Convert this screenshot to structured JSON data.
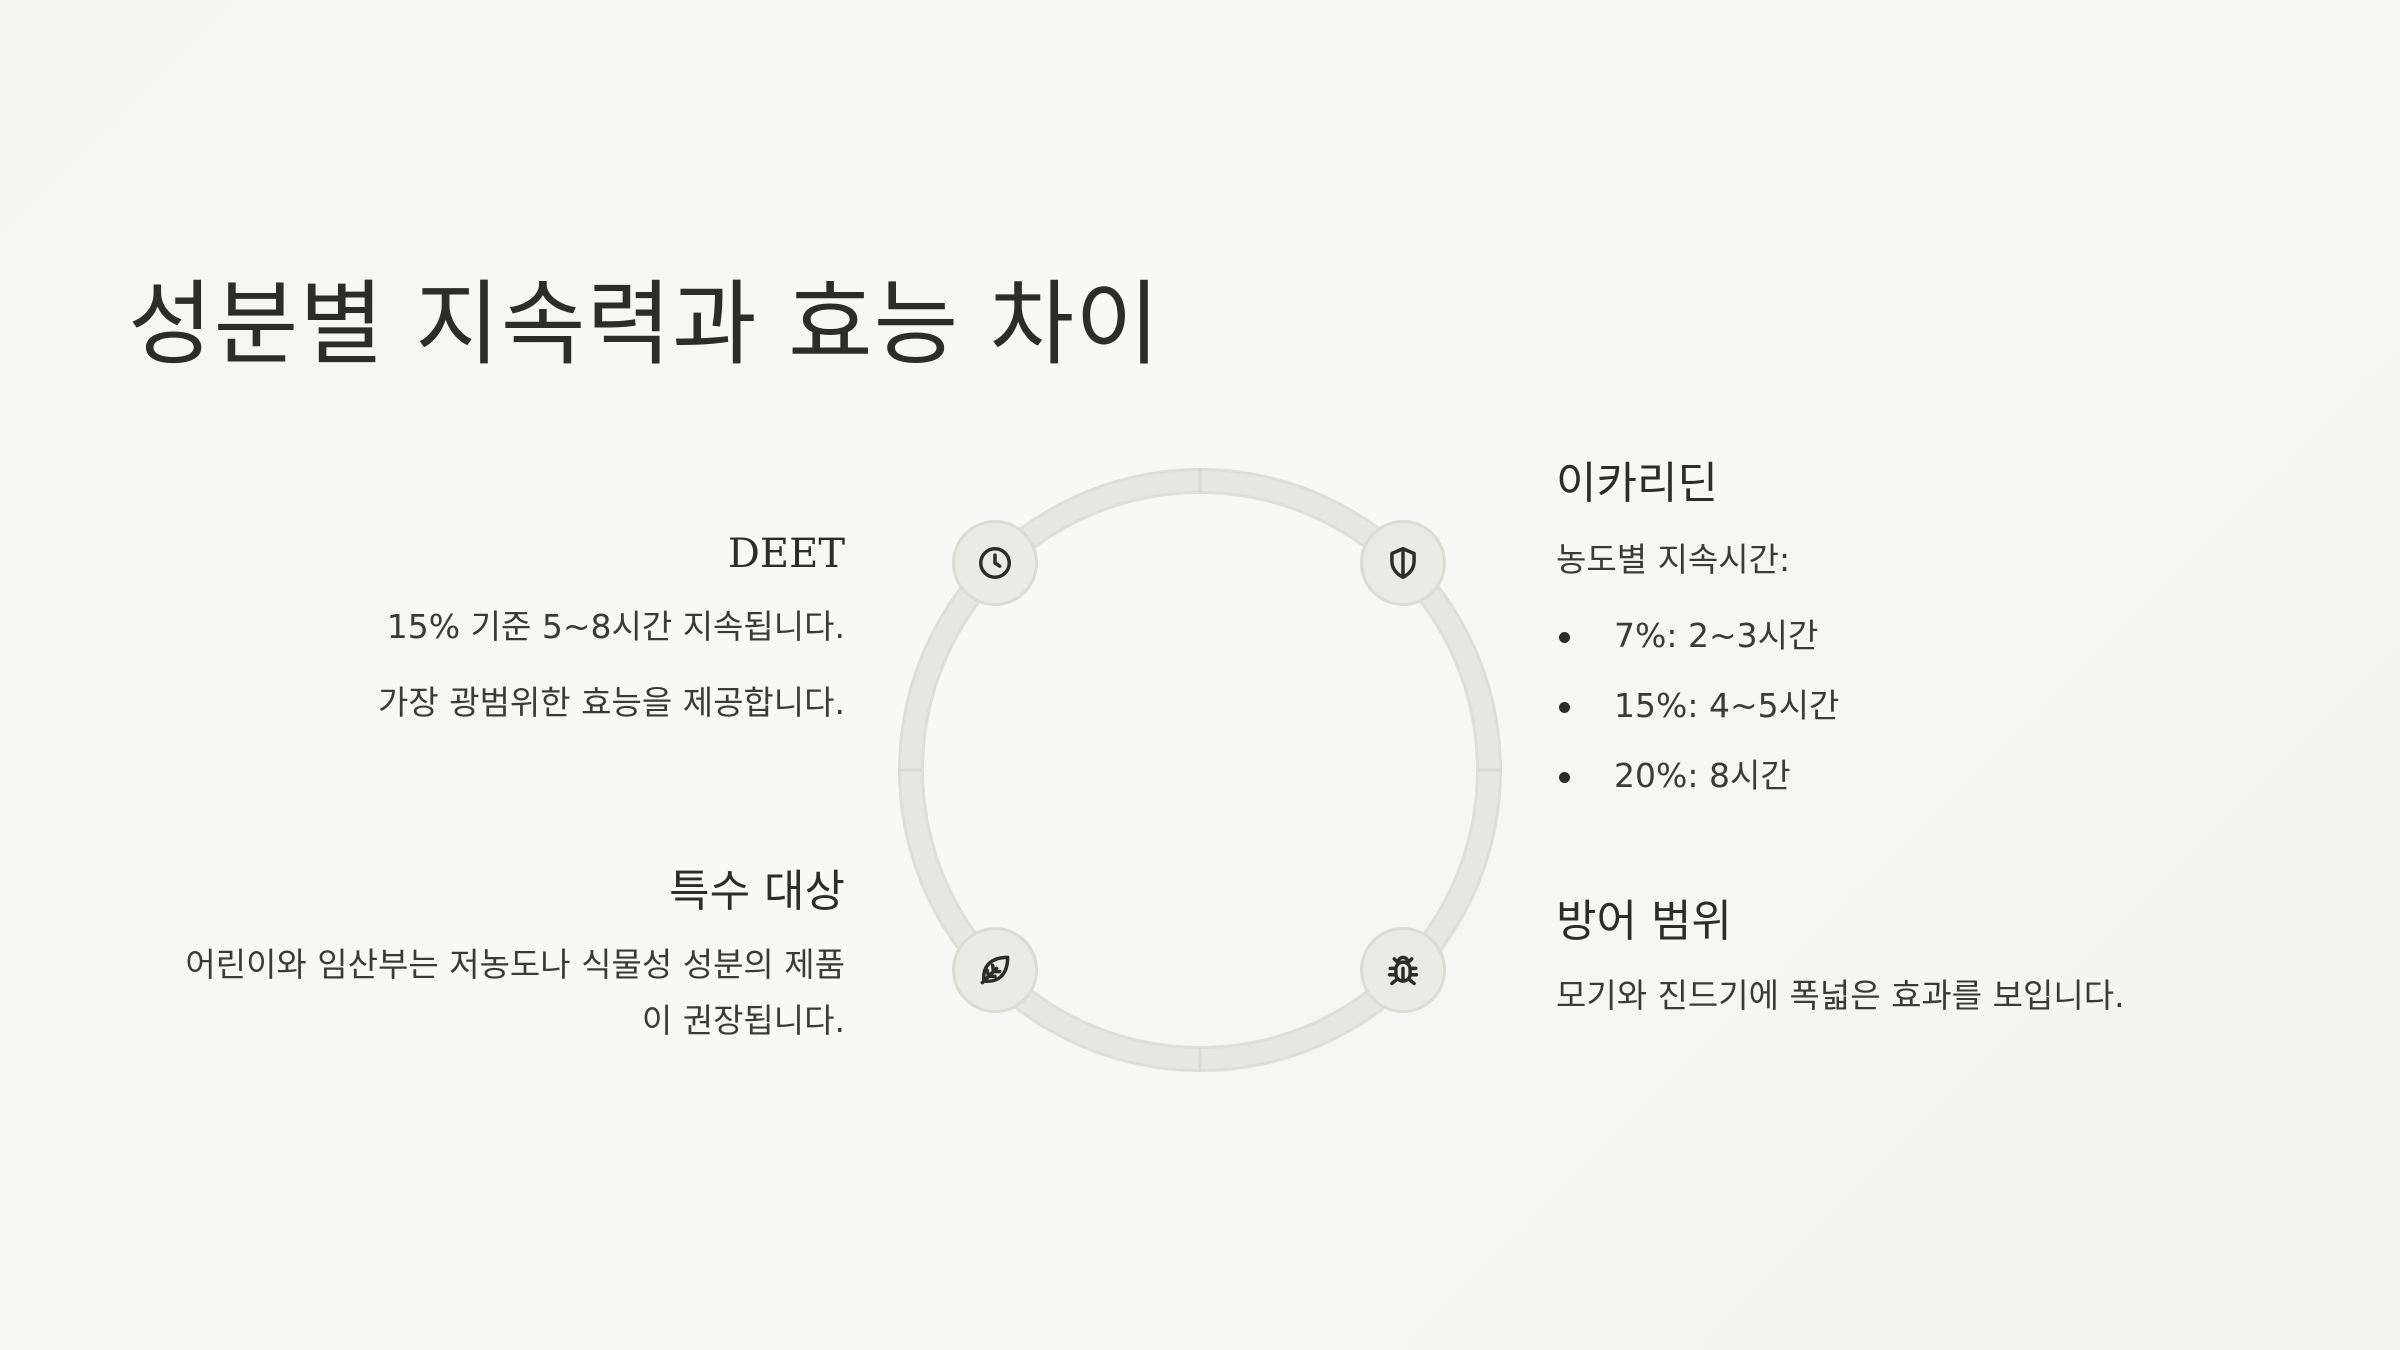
{
  "title": "성분별 지속력과 효능 차이",
  "deet": {
    "heading": "DEET",
    "lines": [
      "15% 기준 5~8시간 지속됩니다.",
      "가장 광범위한 효능을 제공합니다."
    ]
  },
  "special": {
    "heading": "특수 대상",
    "text_line1": "어린이와 임산부는 저농도나 식물성 성분의 제품",
    "text_line2": "이 권장됩니다."
  },
  "icaridin": {
    "heading": "이카리딘",
    "subheading": "농도별 지속시간:",
    "items": [
      "7%: 2~3시간",
      "15%: 4~5시간",
      "20%: 8시간"
    ]
  },
  "protection": {
    "heading": "방어 범위",
    "text": "모기와 진드기에 폭넓은 효과를 보입니다."
  },
  "icons": {
    "top_left": "clock-icon",
    "top_right": "shield-icon",
    "bottom_left": "leaf-icon",
    "bottom_right": "bug-icon"
  },
  "colors": {
    "background": "#f5f5f1",
    "ring": "#e4e4de",
    "node_fill": "#ebebe6",
    "text": "#2c2c29"
  }
}
